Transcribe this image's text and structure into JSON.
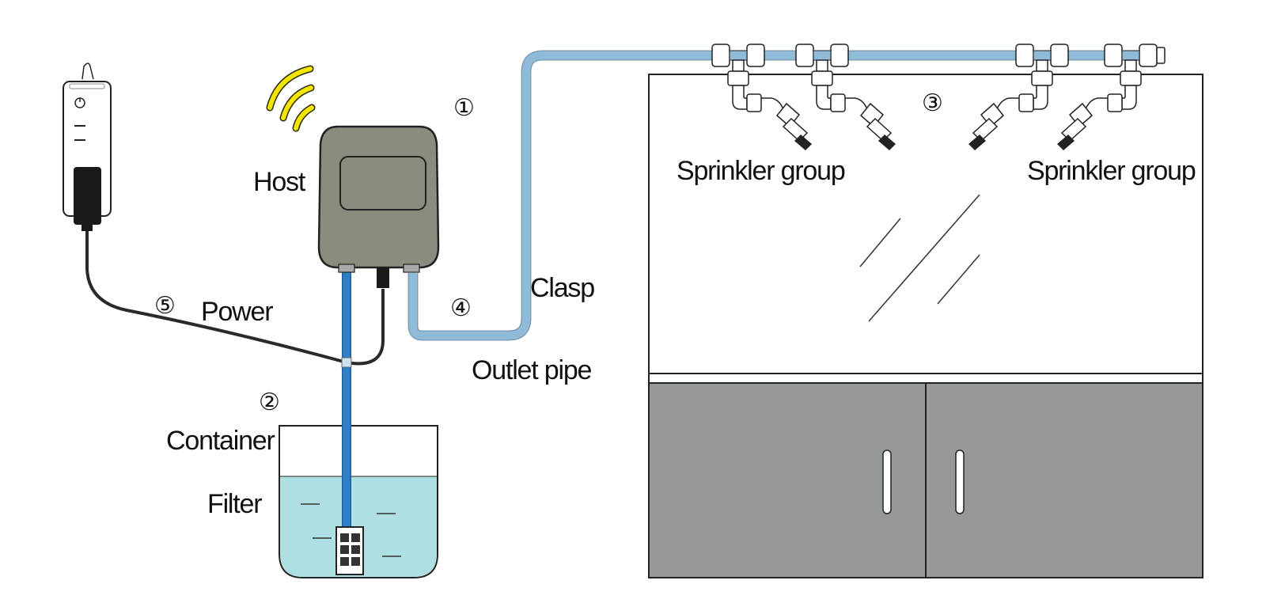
{
  "labels": {
    "host": "Host",
    "container": "Container",
    "filter": "Filter",
    "power": "Power",
    "clasp": "Clasp",
    "outlet_pipe": "Outlet pipe",
    "sprinkler_group_left": "Sprinkler group",
    "sprinkler_group_right": "Sprinkler group"
  },
  "markers": {
    "m1": "①",
    "m2": "②",
    "m3": "③",
    "m4": "④",
    "m5": "⑤"
  },
  "colors": {
    "outlet_pipe": "#8fbbd9",
    "intake_pipe": "#2f7fc9",
    "cable": "#2a2a2a",
    "host_body": "#8a8d7d",
    "water": "#aee0e3",
    "cabinet": "#96999a",
    "wifi_waves": "#f2e600"
  },
  "icons": [
    "power-plug-icon",
    "wifi-signal-icon"
  ]
}
